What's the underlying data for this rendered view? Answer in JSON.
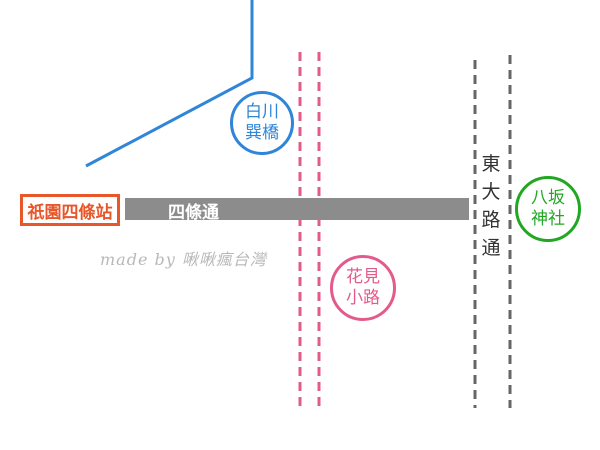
{
  "labels": {
    "station": "祇園四條站",
    "main_street": "四條通",
    "shirakawa_line1": "白川",
    "shirakawa_line2": "巽橋",
    "hanami_line1": "花見",
    "hanami_line2": "小路",
    "yasaka_line1": "八坂",
    "yasaka_line2": "神社",
    "higashioji_chars": [
      "東",
      "大",
      "路",
      "通"
    ],
    "credit": "made by 啾啾瘋台灣"
  },
  "colors": {
    "station": "#e8572a",
    "main_street": "#8c8c8c",
    "shirakawa": "#2f86d8",
    "hanami": "#e35b8c",
    "yasaka": "#22a722",
    "higashioji": "#666666",
    "credit": "#b8b8b8"
  }
}
